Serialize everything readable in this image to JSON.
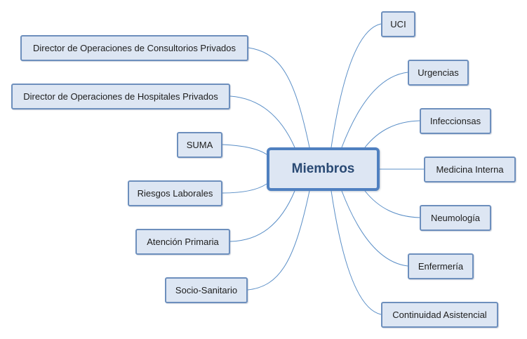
{
  "central": {
    "label": "Miembros"
  },
  "left": [
    {
      "label": "Director de Operaciones de Consultorios Privados"
    },
    {
      "label": "Director de Operaciones de Hospitales Privados"
    },
    {
      "label": "SUMA"
    },
    {
      "label": "Riesgos Laborales"
    },
    {
      "label": "Atención Primaria"
    },
    {
      "label": "Socio-Sanitario"
    }
  ],
  "right": [
    {
      "label": "UCI"
    },
    {
      "label": "Urgencias"
    },
    {
      "label": "Infeccionsas"
    },
    {
      "label": "Medicina Interna"
    },
    {
      "label": "Neumología"
    },
    {
      "label": "Enfermería"
    },
    {
      "label": "Continuidad Asistencial"
    }
  ],
  "colors": {
    "link": "#5b8fc7",
    "node_fill": "#dde6f3",
    "node_border": "#6d8fbd",
    "central_border": "#4f80c0"
  }
}
